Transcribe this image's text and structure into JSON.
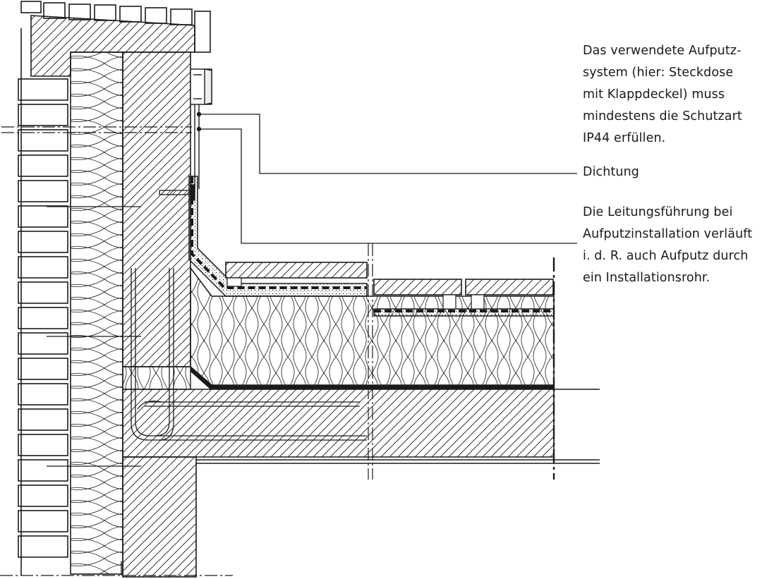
{
  "annotations": {
    "socket_note": "Das verwendete Aufputz-\nsystem (hier: Steckdose\nmit Klappdeckel) muss\nmindestens die Schutzart\nIP44 erfüllen.",
    "seal_label": "Dichtung",
    "routing_note": "Die Leitungsführung bei\nAufputzinstallation verläuft\ni. d. R. auch Aufputz durch\nein Installationsrohr."
  },
  "colors": {
    "ink": "#1a1a1a",
    "background": "#ffffff",
    "gravel": "#c8c8c8"
  }
}
